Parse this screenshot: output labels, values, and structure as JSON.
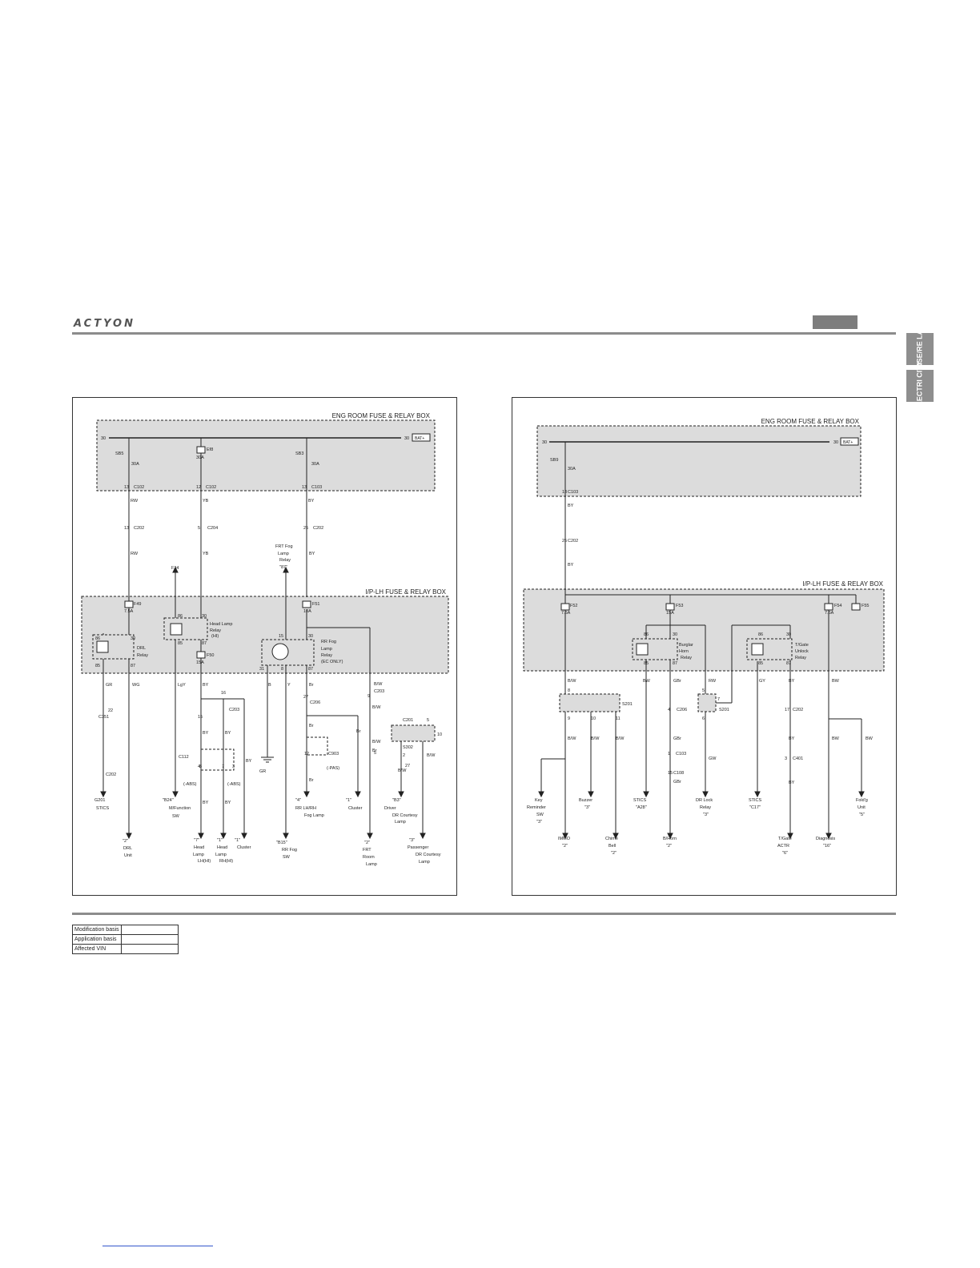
{
  "header": {
    "brand": "ACTYON",
    "tabs": [
      "FUSE/RE LAY",
      "ELECTRI CITY"
    ]
  },
  "left": {
    "eng_box": "ENG ROOM FUSE & RELAY BOX",
    "ip_box": "I/P-LH FUSE & RELAY BOX",
    "bat": "BAT+",
    "texts": [
      "30",
      "30",
      "SB5",
      "30A",
      "Ef8",
      "30A",
      "SB3",
      "30A",
      "13",
      "C102",
      "12",
      "C102",
      "13",
      "C103",
      "RW",
      "YB",
      "BY",
      "13",
      "C202",
      "5",
      "C204",
      "25",
      "C202",
      "RW",
      "YB",
      "BY",
      "FRT Fog",
      "Lamp",
      "Relay",
      "\"87\"",
      "F34",
      "F49",
      "7.5A",
      "F51",
      "10A",
      "86",
      "30",
      "DRL",
      "Relay",
      "85",
      "87",
      "86",
      "30",
      "Head Lamp",
      "Relay",
      "(HI)",
      "85",
      "87",
      "F50",
      "15A",
      "15",
      "30",
      "RR Fog",
      "Lamp",
      "Relay",
      "(EC ONLY)",
      "31",
      "8",
      "87",
      "GR",
      "WG",
      "LgY",
      "BY",
      "B",
      "Y",
      "Br",
      "B/W",
      "9",
      "C203",
      "27",
      "C206",
      "B/W",
      "15",
      "16",
      "C203",
      "BY",
      "BY",
      "BY",
      "C112",
      "4",
      "8",
      "7",
      "3",
      "(-ABS)",
      "(-ABS)",
      "BY",
      "BY",
      "Br",
      "Br",
      "Br",
      "B/W",
      "12",
      "C903",
      "(-PAS)",
      "Br",
      "5",
      "C201",
      "5",
      "10",
      "S302",
      "2",
      "B/W",
      "B/W",
      "27",
      "C351",
      "22",
      "C202",
      "GR",
      "G201",
      "STICS",
      "\"B24\"",
      "M/Function",
      "SW",
      "\"4\"",
      "RR LH/RH",
      "Fog Lamp",
      "\"1\"",
      "Cluster",
      "\"B3\"",
      "Driver",
      "DR Courtesy",
      "Lamp",
      "\"2\"",
      "DRL",
      "Unit",
      "\"7\"",
      "Head",
      "Lamp",
      "LH(HI)",
      "\"1\"",
      "Head",
      "Lamp",
      "RH(HI)",
      "\"1\"",
      "Cluster",
      "\"B15\"",
      "RR Fog",
      "SW",
      "\"2\"",
      "FRT",
      "Room",
      "Lamp",
      "\"3\"",
      "Passenger",
      "DR Courtesy",
      "Lamp",
      "\"2\""
    ]
  },
  "right": {
    "eng_box": "ENG ROOM FUSE & RELAY BOX",
    "ip_box": "I/P-LH FUSE & RELAY BOX",
    "bat": "BAT+",
    "texts": [
      "30",
      "30",
      "SB9",
      "30A",
      "13",
      "C103",
      "BY",
      "25",
      "C202",
      "BY",
      "F52",
      "7.5A",
      "F53",
      "15A",
      "F54",
      "7.5A",
      "F55",
      "86",
      "30",
      "Burglar",
      "Horn",
      "Relay",
      "85",
      "87",
      "86",
      "30",
      "T/Gate",
      "Unlock",
      "Relay",
      "85",
      "87",
      "B/W",
      "BW",
      "GBr",
      "RW",
      "GY",
      "BY",
      "BW",
      "8",
      "S201",
      "9",
      "10",
      "11",
      "5",
      "7",
      "6",
      "S201",
      "4",
      "C206",
      "17",
      "C202",
      "GBr",
      "GW",
      "BY",
      "1",
      "C103",
      "3",
      "C401",
      "15",
      "C108",
      "GBr",
      "BY",
      "B/W",
      "B/W",
      "B/W",
      "BW",
      "BW",
      "Key",
      "Reminder",
      "SW",
      "\"3\"",
      "Buzzer",
      "\"3\"",
      "STICS",
      "\"A28\"",
      "DR Lock",
      "Relay",
      "\"3\"",
      "STICS",
      "\"C17\"",
      "Fold'g",
      "Unit",
      "\"5\"",
      "IMMO",
      "\"2\"",
      "Chime",
      "Bell",
      "\"2\"",
      "B/Horn",
      "\"2\"",
      "T/Gate",
      "ACTR",
      "\"6\"",
      "Diagnosis",
      "\"16\""
    ]
  },
  "meta": {
    "rows": [
      "Modification basis",
      "Application basis",
      "Affected VIN"
    ]
  }
}
